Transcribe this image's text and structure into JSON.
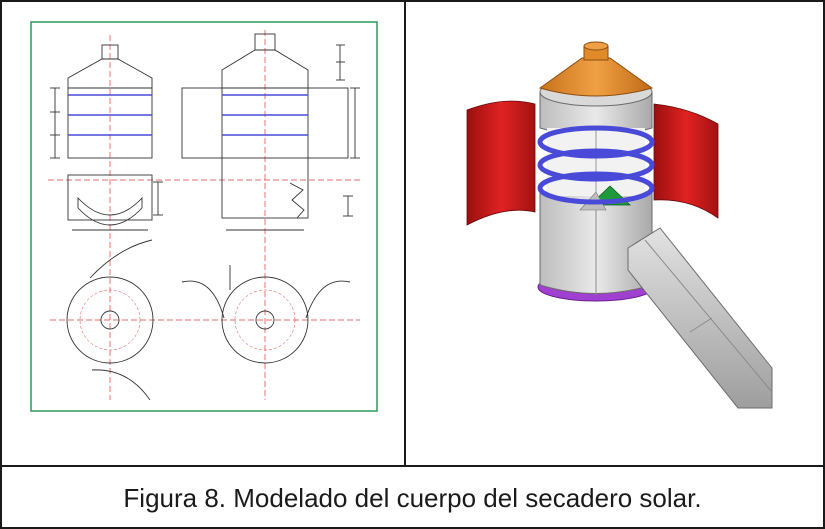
{
  "figure": {
    "caption": "Figura 8. Modelado del cuerpo del secadero solar."
  },
  "colors": {
    "table_border": "#1a1a1a",
    "drawing_frame": "#2e9a5a",
    "guide_line": "#e03c3c",
    "blue_ring": "#4a4ad8",
    "cap": "#e08a2a",
    "shield": "#cc1c1c",
    "base_ring": "#a040d0",
    "body": "#d8d8d8"
  },
  "icons": {
    "left_panel": "technical-drawing-image",
    "right_panel": "3d-model-render-image"
  }
}
